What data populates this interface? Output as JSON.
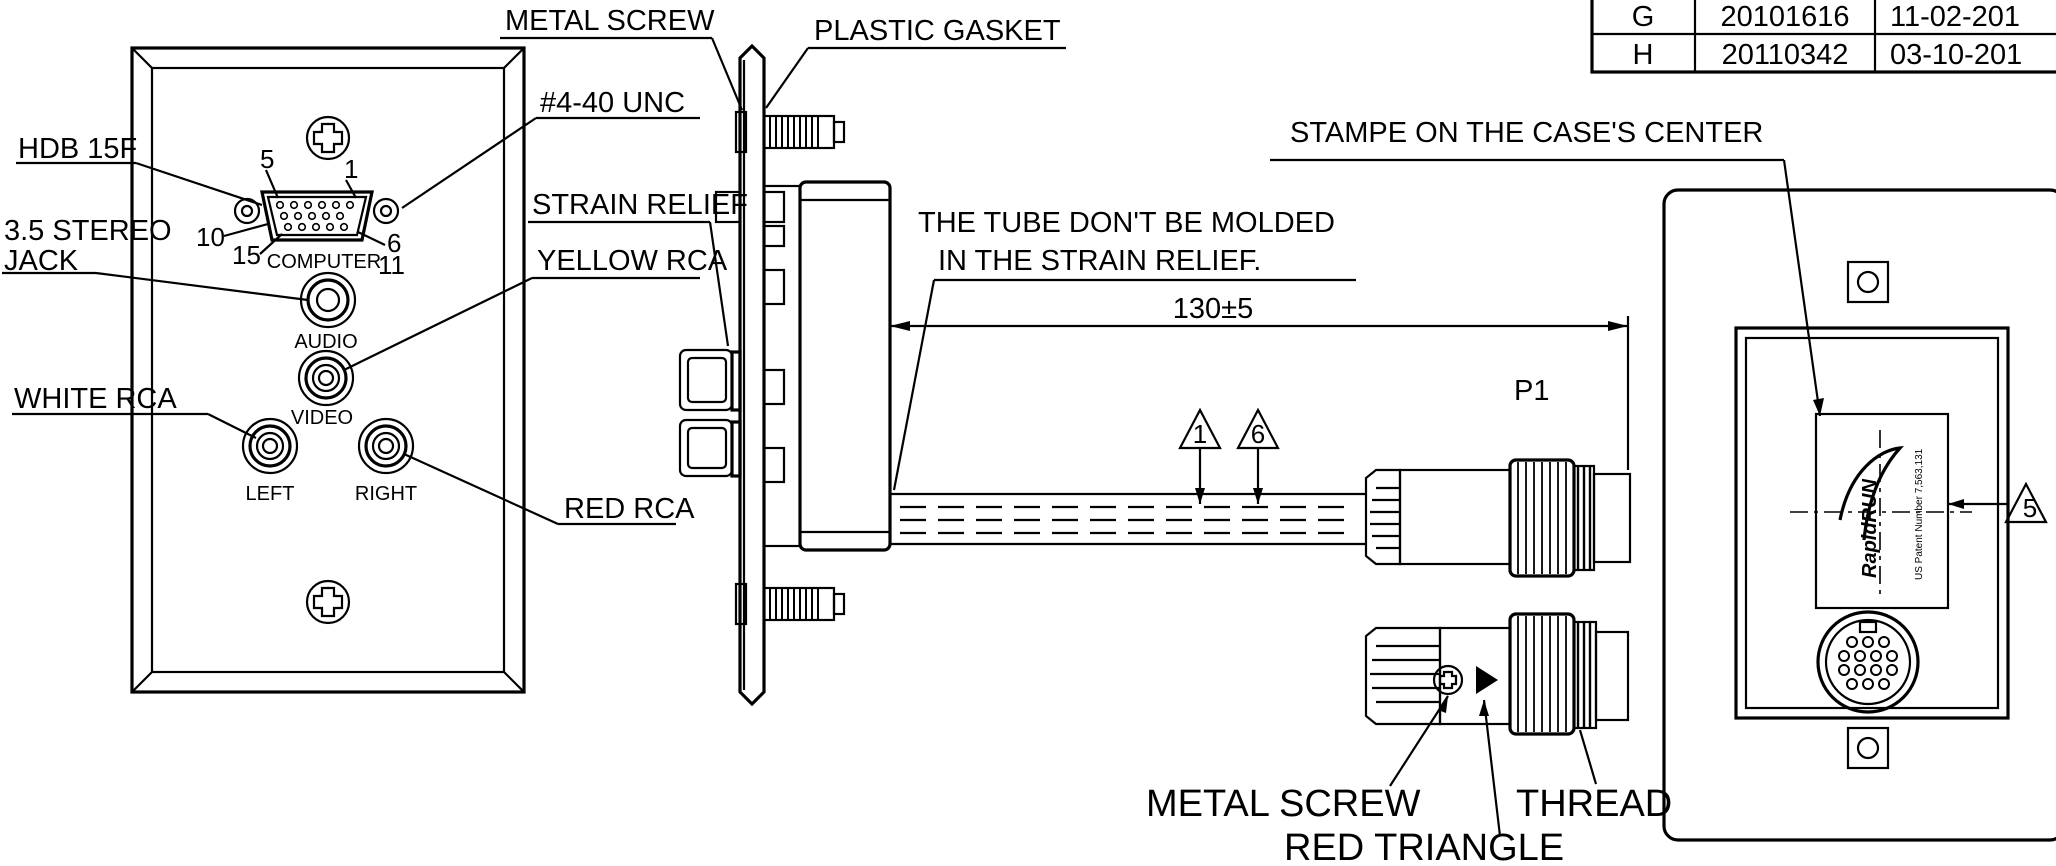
{
  "revision_table": {
    "rows": [
      {
        "rev": "G",
        "ecn": "20101616",
        "date": "11-02-201"
      },
      {
        "rev": "H",
        "ecn": "20110342",
        "date": "03-10-201"
      }
    ]
  },
  "wall_plate": {
    "hdb_label": "HDB 15F",
    "stereo_label_line1": "3.5 STEREO",
    "stereo_label_line2": "JACK",
    "white_label": "WHITE RCA",
    "yellow_label": "YELLOW RCA",
    "red_label": "RED RCA",
    "unc_label": "#4-40 UNC",
    "computer_label": "COMPUTER",
    "audio_label": "AUDIO",
    "video_label": "VIDEO",
    "left_label": "LEFT",
    "right_label": "RIGHT",
    "pin_5": "5",
    "pin_1": "1",
    "pin_10": "10",
    "pin_15": "15",
    "pin_6": "6",
    "pin_11": "11"
  },
  "side_view": {
    "metal_screw_label": "METAL SCREW",
    "plastic_gasket_label": "PLASTIC GASKET",
    "strain_relief_label": "STRAIN RELIEF",
    "tube_note_line1": "THE TUBE DON'T BE MOLDED",
    "tube_note_line2": "IN THE STRAIN RELIEF.",
    "dimension": "130±5",
    "marker_1": "1",
    "marker_6": "6"
  },
  "connector": {
    "p1_label": "P1",
    "metal_screw_label": "METAL SCREW",
    "thread_label": "THREAD",
    "red_triangle_label": "RED TRIANGLE"
  },
  "case_view": {
    "stamp_label": "STAMPE ON THE CASE'S CENTER",
    "marker_5": "5",
    "logo_text": "RapidRUN",
    "patent_text": "US Patent Number 7,563,131"
  }
}
